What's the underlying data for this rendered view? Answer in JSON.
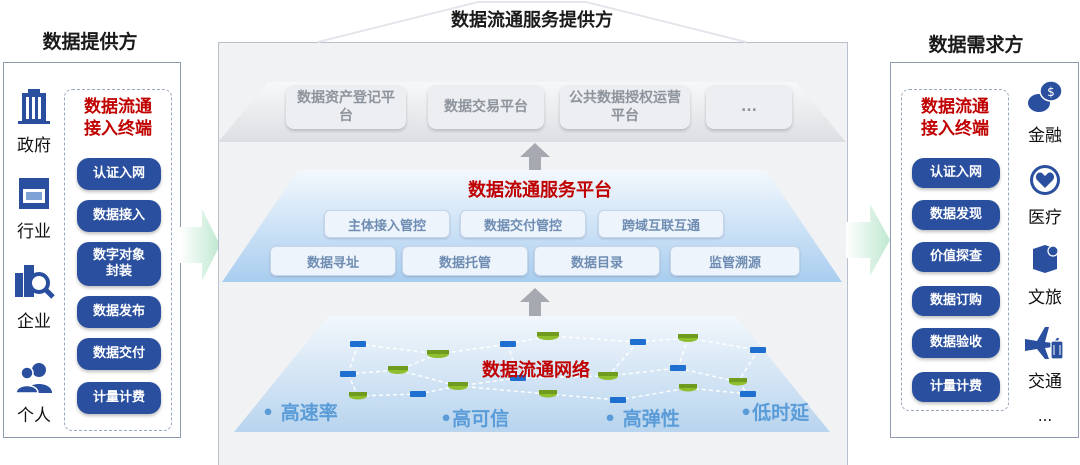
{
  "provider": {
    "heading": "数据提供方",
    "categories": [
      "政府",
      "行业",
      "企业",
      "个人"
    ],
    "terminal": {
      "title_line1": "数据流通",
      "title_line2": "接入终端",
      "items": [
        "认证入网",
        "数据接入",
        "数字对象封装",
        "数据发布",
        "数据交付",
        "计量计费"
      ]
    }
  },
  "service_provider": {
    "heading": "数据流通服务提供方",
    "top_platforms": [
      "数据资产登记平台",
      "数据交易平台",
      "公共数据授权运营平台",
      "..."
    ],
    "service_platform": {
      "title": "数据流通服务平台",
      "row1": [
        "主体接入管控",
        "数据交付管控",
        "跨域互联互通"
      ],
      "row2": [
        "数据寻址",
        "数据托管",
        "数据目录",
        "监管溯源"
      ]
    },
    "network": {
      "title": "数据流通网络",
      "features": [
        "• 高速率",
        "•高可信",
        "• 高弹性",
        "•低时延"
      ]
    }
  },
  "demander": {
    "heading": "数据需求方",
    "categories": [
      "金融",
      "医疗",
      "文旅",
      "交通",
      "..."
    ],
    "terminal": {
      "title_line1": "数据流通",
      "title_line2": "接入终端",
      "items": [
        "认证入网",
        "数据发现",
        "价值探查",
        "数据订购",
        "数据验收",
        "计量计费"
      ]
    }
  },
  "colors": {
    "pill_blue": "#2a4f9f",
    "accent_red": "#c00000",
    "feature_blue": "#5a9cd8"
  }
}
